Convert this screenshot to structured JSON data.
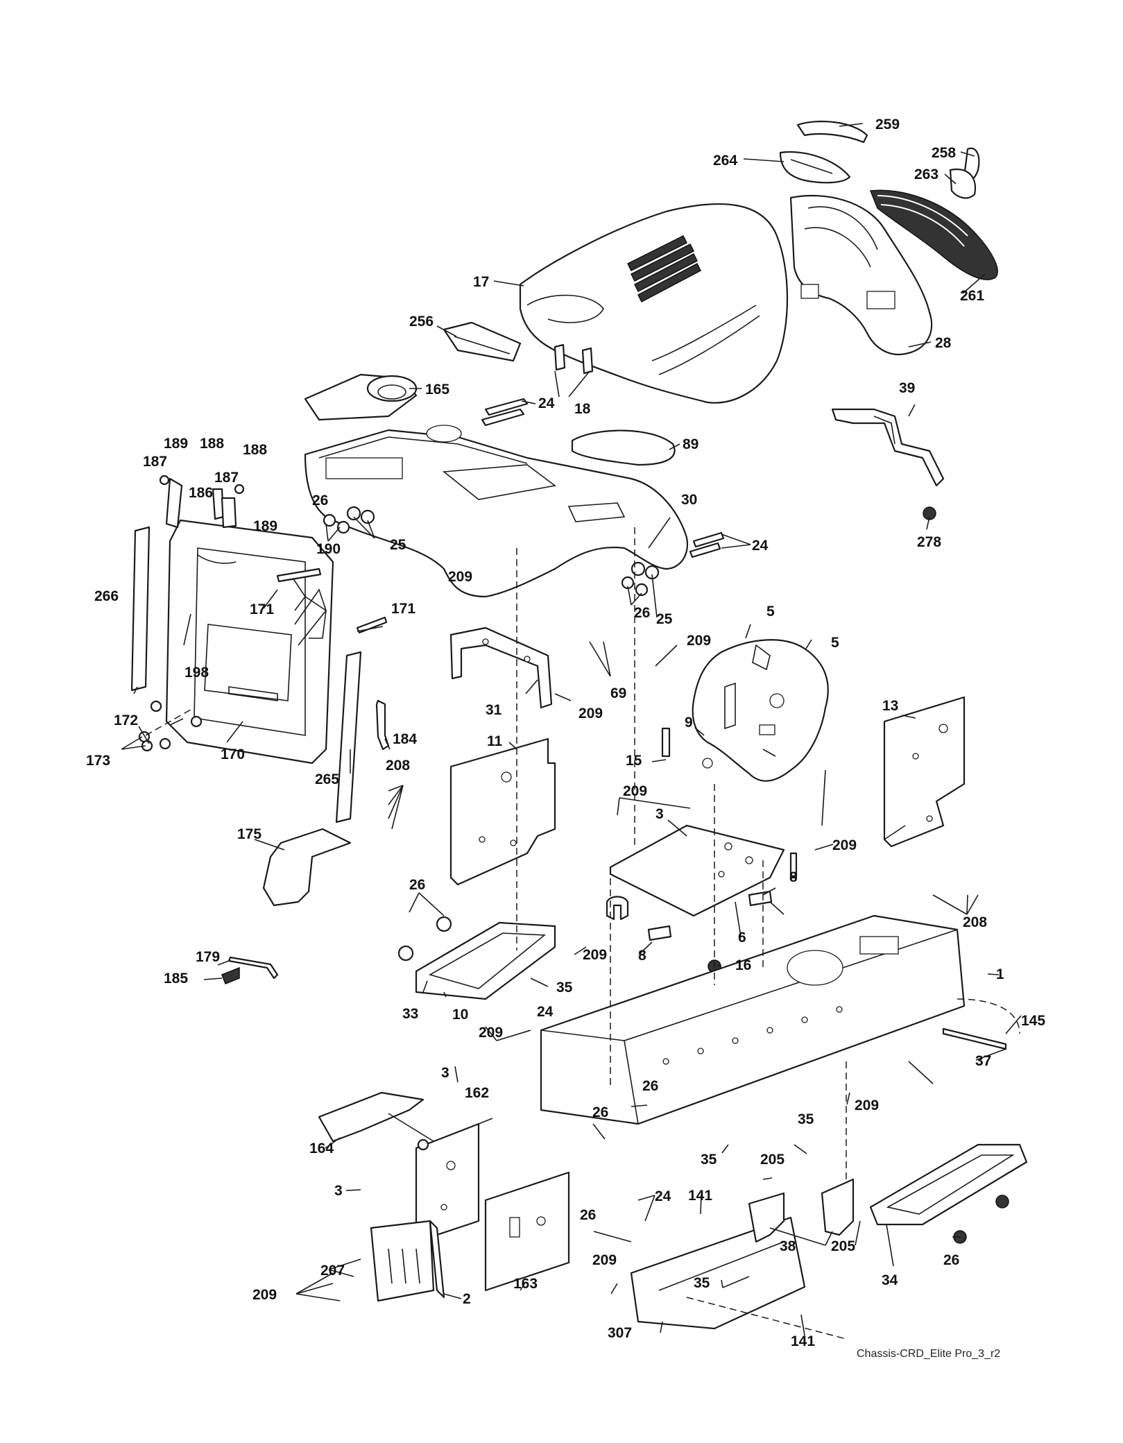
{
  "diagram": {
    "footer_label": "Chassis-CRD_Elite Pro_3_r2",
    "callouts": [
      {
        "id": "c259",
        "label": "259"
      },
      {
        "id": "c258",
        "label": "258"
      },
      {
        "id": "c264",
        "label": "264"
      },
      {
        "id": "c263",
        "label": "263"
      },
      {
        "id": "c17",
        "label": "17"
      },
      {
        "id": "c261",
        "label": "261"
      },
      {
        "id": "c256",
        "label": "256"
      },
      {
        "id": "c28",
        "label": "28"
      },
      {
        "id": "c18",
        "label": "18"
      },
      {
        "id": "c165",
        "label": "165"
      },
      {
        "id": "c24a",
        "label": "24"
      },
      {
        "id": "c39",
        "label": "39"
      },
      {
        "id": "c89",
        "label": "89"
      },
      {
        "id": "c189a",
        "label": "189"
      },
      {
        "id": "c188a",
        "label": "188"
      },
      {
        "id": "c188b",
        "label": "188"
      },
      {
        "id": "c187a",
        "label": "187"
      },
      {
        "id": "c186",
        "label": "186"
      },
      {
        "id": "c187b",
        "label": "187"
      },
      {
        "id": "c189b",
        "label": "189"
      },
      {
        "id": "c26a",
        "label": "26"
      },
      {
        "id": "c25a",
        "label": "25"
      },
      {
        "id": "c30",
        "label": "30"
      },
      {
        "id": "c24b",
        "label": "24"
      },
      {
        "id": "c278",
        "label": "278"
      },
      {
        "id": "c190",
        "label": "190"
      },
      {
        "id": "c266",
        "label": "266"
      },
      {
        "id": "c171a",
        "label": "171"
      },
      {
        "id": "c171b",
        "label": "171"
      },
      {
        "id": "c209a",
        "label": "209"
      },
      {
        "id": "c26b",
        "label": "26"
      },
      {
        "id": "c25b",
        "label": "25"
      },
      {
        "id": "c5a",
        "label": "5"
      },
      {
        "id": "c209b",
        "label": "209"
      },
      {
        "id": "c5b",
        "label": "5"
      },
      {
        "id": "c69",
        "label": "69"
      },
      {
        "id": "c198",
        "label": "198"
      },
      {
        "id": "c172",
        "label": "172"
      },
      {
        "id": "c173",
        "label": "173"
      },
      {
        "id": "c170",
        "label": "170"
      },
      {
        "id": "c31",
        "label": "31"
      },
      {
        "id": "c209c",
        "label": "209"
      },
      {
        "id": "c184",
        "label": "184"
      },
      {
        "id": "c9",
        "label": "9"
      },
      {
        "id": "c13",
        "label": "13"
      },
      {
        "id": "c265",
        "label": "265"
      },
      {
        "id": "c11",
        "label": "11"
      },
      {
        "id": "c15",
        "label": "15"
      },
      {
        "id": "c208a",
        "label": "208"
      },
      {
        "id": "c209d",
        "label": "209"
      },
      {
        "id": "c3a",
        "label": "3"
      },
      {
        "id": "c209e",
        "label": "209"
      },
      {
        "id": "c175",
        "label": "175"
      },
      {
        "id": "c8a",
        "label": "8"
      },
      {
        "id": "c26c",
        "label": "26"
      },
      {
        "id": "c6",
        "label": "6"
      },
      {
        "id": "c208b",
        "label": "208"
      },
      {
        "id": "c209f",
        "label": "209"
      },
      {
        "id": "c8b",
        "label": "8"
      },
      {
        "id": "c179",
        "label": "179"
      },
      {
        "id": "c16",
        "label": "16"
      },
      {
        "id": "c1",
        "label": "1"
      },
      {
        "id": "c185",
        "label": "185"
      },
      {
        "id": "c35a",
        "label": "35"
      },
      {
        "id": "c33",
        "label": "33"
      },
      {
        "id": "c10",
        "label": "10"
      },
      {
        "id": "c145",
        "label": "145"
      },
      {
        "id": "c24c",
        "label": "24"
      },
      {
        "id": "c209g",
        "label": "209"
      },
      {
        "id": "c37",
        "label": "37"
      },
      {
        "id": "c26d",
        "label": "26"
      },
      {
        "id": "c3b",
        "label": "3"
      },
      {
        "id": "c162",
        "label": "162"
      },
      {
        "id": "c209h",
        "label": "209"
      },
      {
        "id": "c26e",
        "label": "26"
      },
      {
        "id": "c35b",
        "label": "35"
      },
      {
        "id": "c164",
        "label": "164"
      },
      {
        "id": "c35c",
        "label": "35"
      },
      {
        "id": "c205a",
        "label": "205"
      },
      {
        "id": "c3c",
        "label": "3"
      },
      {
        "id": "c141a",
        "label": "141"
      },
      {
        "id": "c24d",
        "label": "24"
      },
      {
        "id": "c26f",
        "label": "26"
      },
      {
        "id": "c38",
        "label": "38"
      },
      {
        "id": "c205b",
        "label": "205"
      },
      {
        "id": "c209i",
        "label": "209"
      },
      {
        "id": "c26g",
        "label": "26"
      },
      {
        "id": "c207",
        "label": "207"
      },
      {
        "id": "c163",
        "label": "163"
      },
      {
        "id": "c35d",
        "label": "35"
      },
      {
        "id": "c34",
        "label": "34"
      },
      {
        "id": "c209j",
        "label": "209"
      },
      {
        "id": "c2",
        "label": "2"
      },
      {
        "id": "c307",
        "label": "307"
      },
      {
        "id": "c141b",
        "label": "141"
      }
    ]
  }
}
